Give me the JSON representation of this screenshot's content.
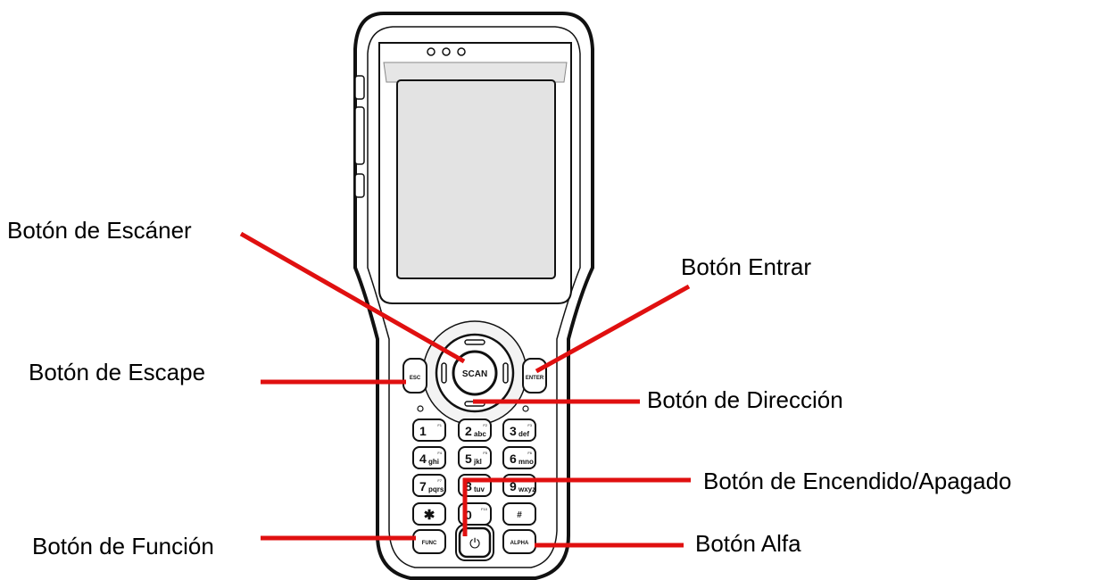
{
  "callouts": {
    "scan": "Botón de Escáner",
    "enter": "Botón Entrar",
    "escape": "Botón de Escape",
    "direction": "Botón de Dirección",
    "power": "Botón de Encendido/Apagado",
    "function": "Botón de Función",
    "alpha": "Botón Alfa"
  },
  "device_keys": {
    "scan": "SCAN",
    "esc": "ESC",
    "enter": "ENTER",
    "func": "FUNC",
    "alpha": "ALPHA",
    "power_symbol": "⏻",
    "star": "✱",
    "hash": "#",
    "numpad": [
      {
        "digit": "1",
        "letters": "",
        "fn": "F1"
      },
      {
        "digit": "2",
        "letters": "abc",
        "fn": "F2"
      },
      {
        "digit": "3",
        "letters": "def",
        "fn": "F3"
      },
      {
        "digit": "4",
        "letters": "ghi",
        "fn": "F4"
      },
      {
        "digit": "5",
        "letters": "jkl",
        "fn": "F5"
      },
      {
        "digit": "6",
        "letters": "mno",
        "fn": "F6"
      },
      {
        "digit": "7",
        "letters": "pqrs",
        "fn": "F7"
      },
      {
        "digit": "8",
        "letters": "tuv",
        "fn": "F8"
      },
      {
        "digit": "9",
        "letters": "wxyz",
        "fn": "F9"
      },
      {
        "digit": "0",
        "letters": "",
        "fn": "F10"
      }
    ]
  },
  "colors": {
    "leader_line": "#e01010",
    "outline": "#111111"
  }
}
